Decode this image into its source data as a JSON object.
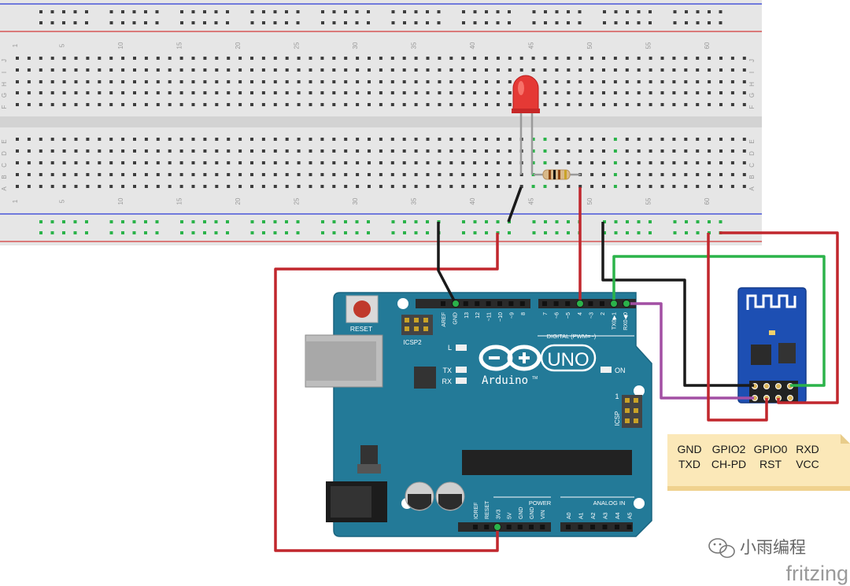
{
  "breadboard": {
    "column_numbers": [
      "1",
      "5",
      "10",
      "15",
      "20",
      "25",
      "30",
      "35",
      "40",
      "45",
      "50",
      "55",
      "60"
    ],
    "row_letters_top": [
      "J",
      "I",
      "H",
      "G",
      "F"
    ],
    "row_letters_bottom": [
      "E",
      "D",
      "C",
      "B",
      "A"
    ]
  },
  "arduino": {
    "reset_label": "RESET",
    "icsp2_label": "ICSP2",
    "icsp_label": "ICSP",
    "icsp_pin1": "1",
    "l_label": "L",
    "tx_label": "TX",
    "rx_label": "RX",
    "on_label": "ON",
    "brand": "Arduino",
    "tm": "TM",
    "model": "UNO",
    "digital_label": "DIGITAL (PWM=~)",
    "power_label": "POWER",
    "analog_label": "ANALOG IN",
    "top_pins_left": [
      "AREF",
      "GND",
      "13",
      "12",
      "~11",
      "~10",
      "~9",
      "8"
    ],
    "top_pins_right": [
      "7",
      "~6",
      "~5",
      "4",
      "~3",
      "2",
      "TX0▶1",
      "RX0◀0"
    ],
    "power_pins": [
      "IOREF",
      "RESET",
      "3V3",
      "5V",
      "GND",
      "GND",
      "VIN"
    ],
    "analog_pins": [
      "A0",
      "A1",
      "A2",
      "A3",
      "A4",
      "A5"
    ]
  },
  "esp_pinout": {
    "row1": [
      "GND",
      "GPIO2",
      "GPIO0",
      "RXD"
    ],
    "row2": [
      "TXD",
      "CH-PD",
      "RST",
      "VCC"
    ]
  },
  "watermark": {
    "brand": "小雨编程",
    "app": "fritzing"
  },
  "colors": {
    "wire_red": "#c1272d",
    "wire_black": "#1a1a1a",
    "wire_green": "#2bb34a",
    "wire_purple": "#a24fa3",
    "arduino_board": "#237a98",
    "breadboard": "#e8e8e8",
    "note": "#fbe8b8"
  }
}
